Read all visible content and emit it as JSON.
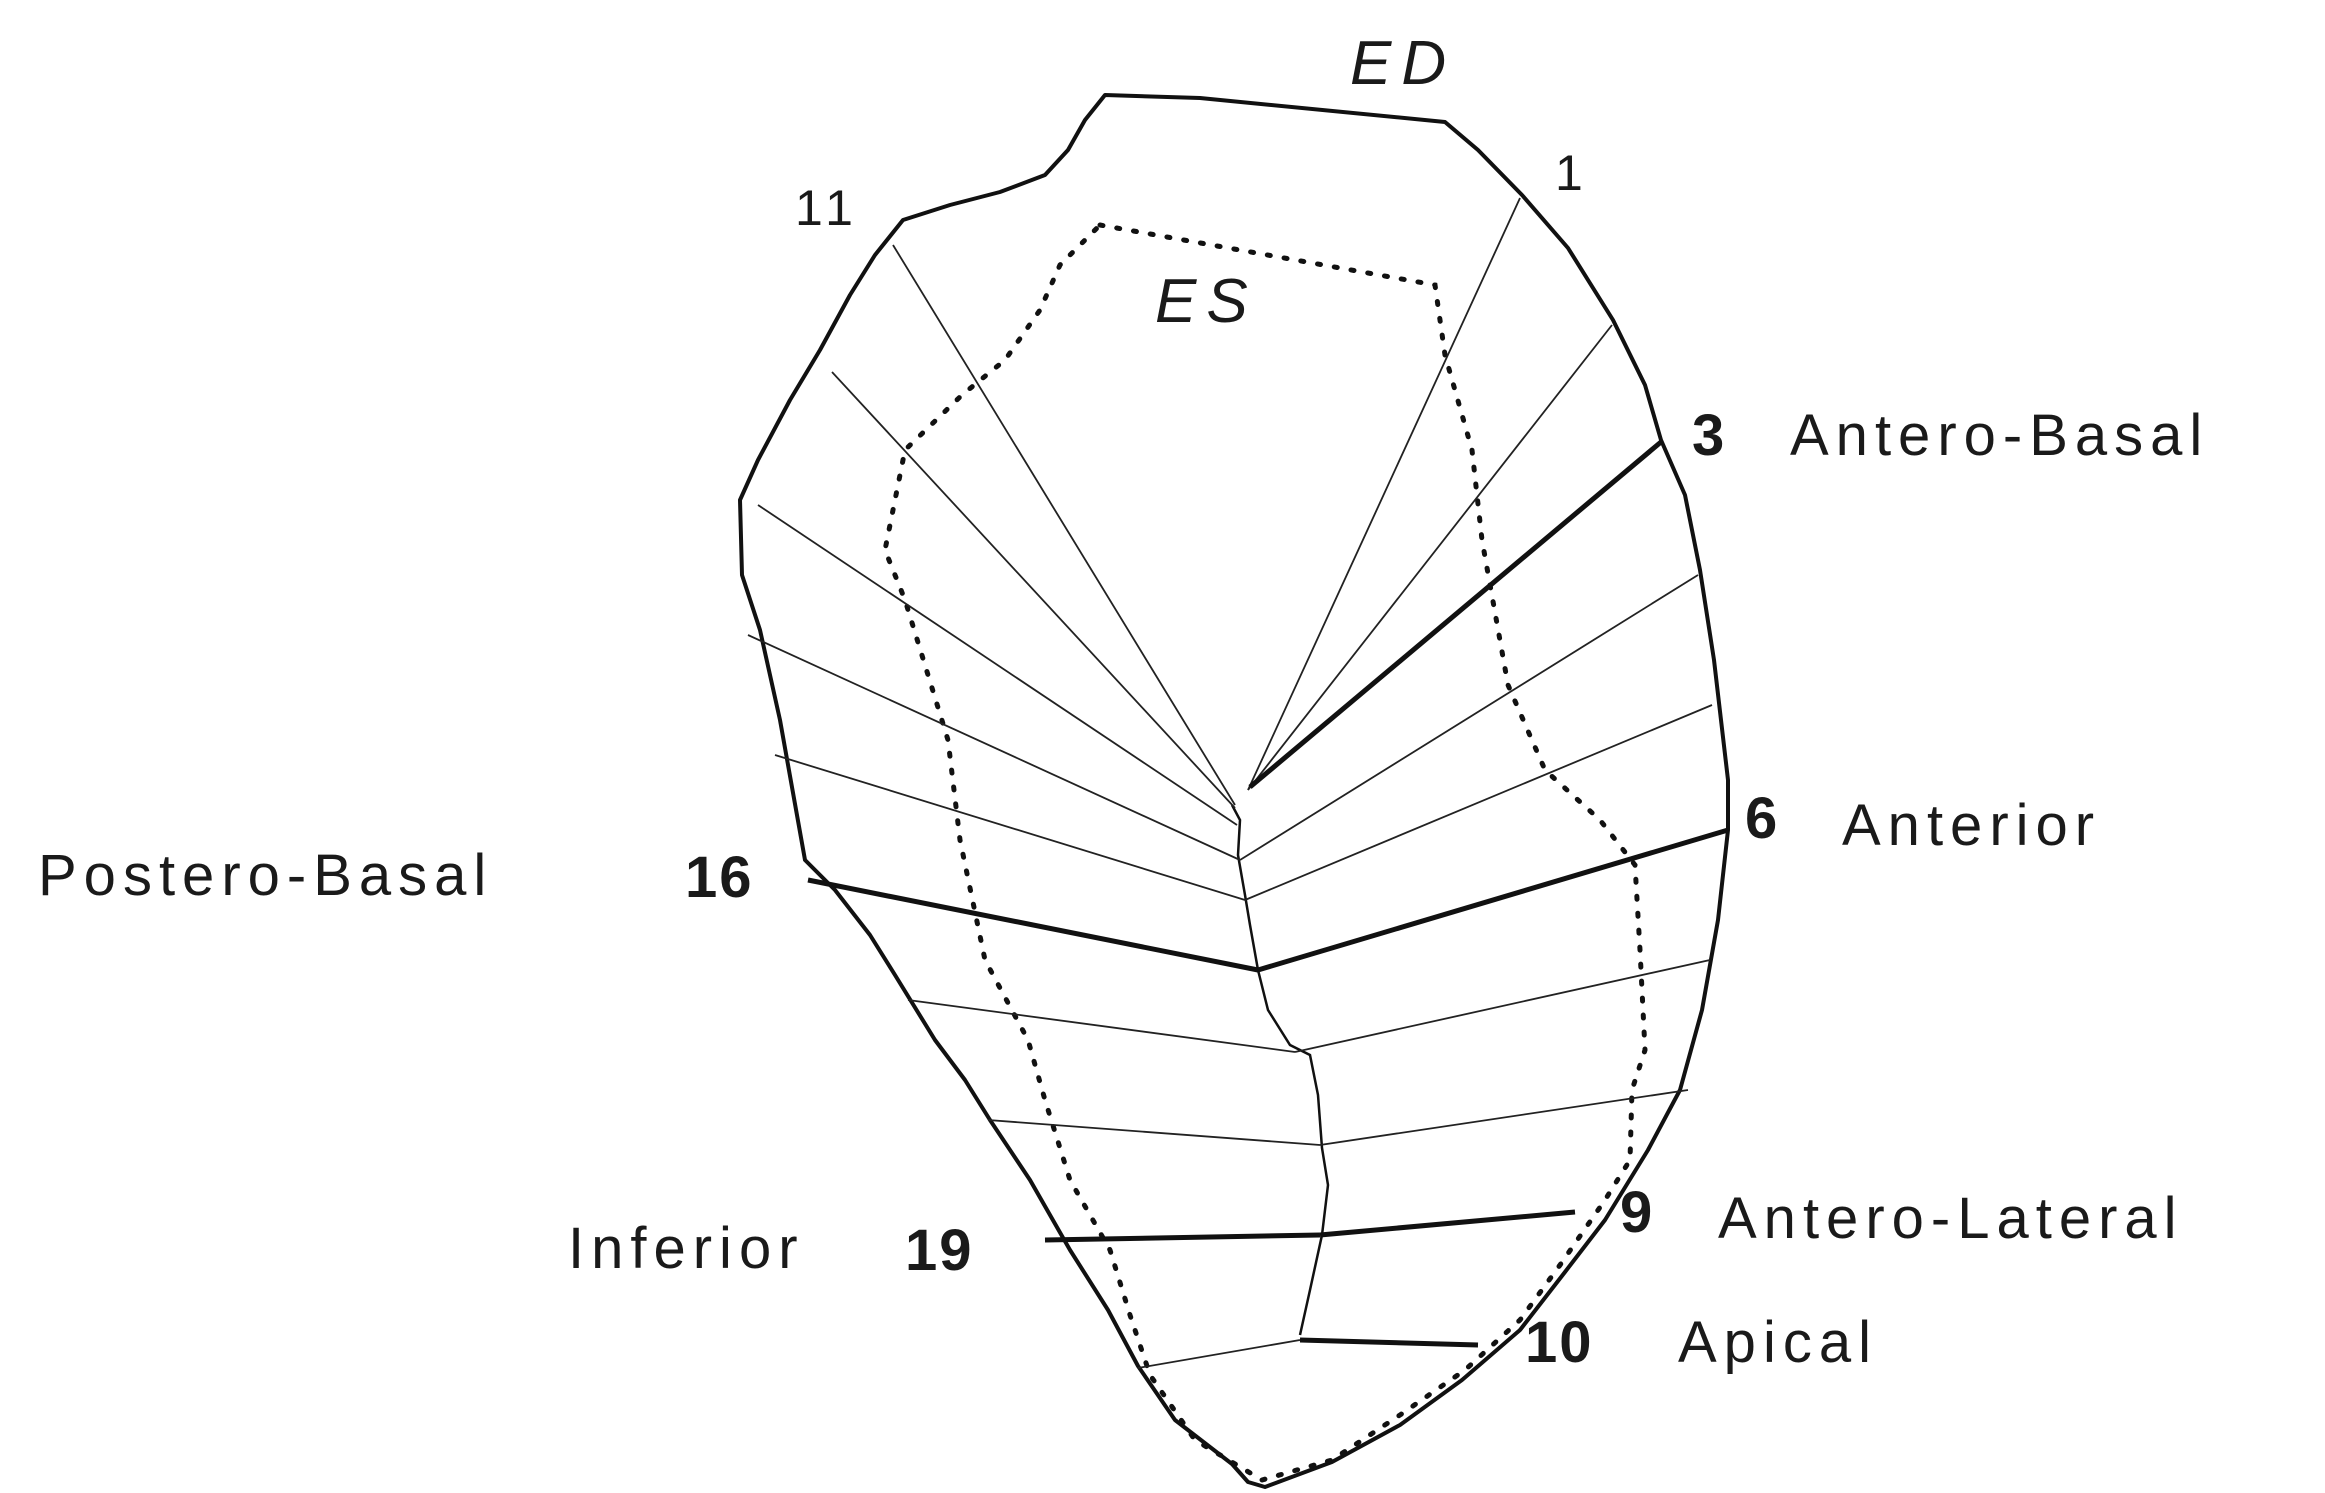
{
  "labels": {
    "ed": "ED",
    "es": "ES",
    "chord_1": "1",
    "chord_11": "11",
    "antero_basal_num": "3",
    "antero_basal": "Antero-Basal",
    "anterior_num": "6",
    "anterior": "Anterior",
    "postero_basal": "Postero-Basal",
    "postero_basal_num": "16",
    "antero_lateral_num": "9",
    "antero_lateral": "Antero-Lateral",
    "inferior": "Inferior",
    "inferior_num": "19",
    "apical_num": "10",
    "apical": "Apical"
  }
}
